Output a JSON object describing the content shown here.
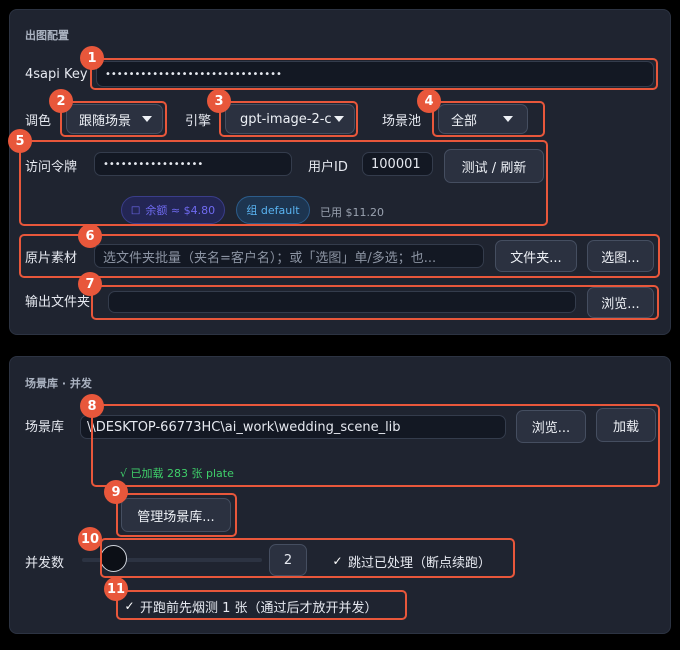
{
  "section1": {
    "title": "出图配置",
    "api_key": {
      "label": "4sapi Key",
      "value": "••••••••••••••••••••••••••••••"
    },
    "color": {
      "label": "调色",
      "value": "跟随场景"
    },
    "engine": {
      "label": "引擎",
      "value": "gpt-image-2-c"
    },
    "scene_pool": {
      "label": "场景池",
      "value": "全部"
    },
    "token": {
      "label": "访问令牌",
      "value": "•••••••••••••••••"
    },
    "user_id": {
      "label": "用户ID",
      "value": "100001"
    },
    "test_button": "测试 / 刷新",
    "balance_pill": "余额 ≈ $4.80",
    "group_pill": "组 default",
    "used": "已用 $11.20",
    "source": {
      "label": "原片素材",
      "placeholder": "选文件夹批量（夹名=客户名）；或「选图」单/多选；也...",
      "folder_button": "文件夹...",
      "select_button": "选图..."
    },
    "output": {
      "label": "输出文件夹",
      "value": "",
      "browse_button": "浏览..."
    }
  },
  "section2": {
    "title": "场景库 · 并发",
    "library": {
      "label": "场景库",
      "value": "\\\\DESKTOP-66773HC\\ai_work\\wedding_scene_lib",
      "browse_button": "浏览...",
      "load_button": "加载",
      "status": "√ 已加载 283 张 plate"
    },
    "manage_button": "管理场景库...",
    "concurrency": {
      "label": "并发数",
      "value": "2"
    },
    "skip_processed": "跳过已处理（断点续跑）",
    "test_first": "开跑前先烟测 1 张（通过后才放开并发）"
  },
  "annotations": [
    "1",
    "2",
    "3",
    "4",
    "5",
    "6",
    "7",
    "8",
    "9",
    "10",
    "11"
  ],
  "colors": {
    "accent": "#e8573b",
    "panel": "#1f2430",
    "success": "#3fcf6a",
    "pill_purple": "#5b55e0",
    "pill_blue": "#3b9be0"
  }
}
